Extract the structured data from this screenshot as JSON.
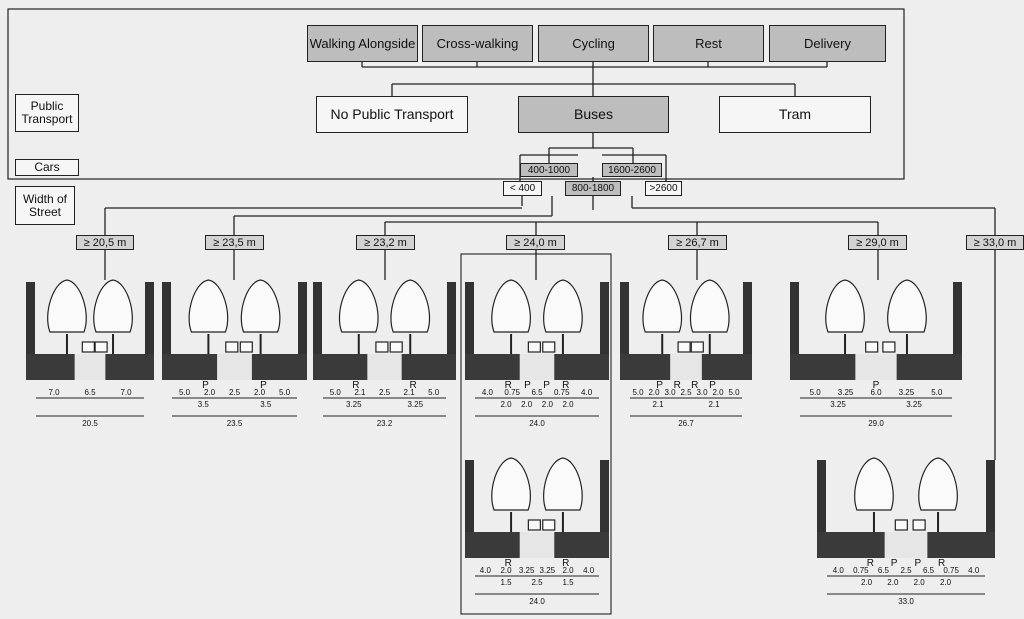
{
  "activities": [
    "Walking Alongside",
    "Cross-walking",
    "Cycling",
    "Rest",
    "Delivery"
  ],
  "public_transport": {
    "label": "Public Transport",
    "options": [
      "No Public Transport",
      "Buses",
      "Tram"
    ]
  },
  "cars": {
    "label": "Cars",
    "ranges": [
      "400-1000",
      "1600-2600",
      "< 400",
      "800-1800",
      ">2600"
    ]
  },
  "width_of_street": {
    "label": "Width of Street"
  },
  "widths": [
    "≥ 20,5 m",
    "≥ 23,5 m",
    "≥ 23,2 m",
    "≥ 24,0 m",
    "≥ 26,7 m",
    "≥ 29,0 m",
    "≥ 33,0 m"
  ],
  "sections": [
    {
      "markers": [],
      "row1": [
        "7.0",
        "6.5",
        "7.0"
      ],
      "row2": [],
      "total": "20.5"
    },
    {
      "markers": [
        "P",
        "P"
      ],
      "row1": [
        "5.0",
        "2.0",
        "2.5",
        "2.0",
        "5.0"
      ],
      "row2": [
        "3.5",
        "3.5"
      ],
      "total": "23.5"
    },
    {
      "markers": [
        "R",
        "R"
      ],
      "row1": [
        "5.0",
        "2.1",
        "2.5",
        "2.1",
        "5.0"
      ],
      "row2": [
        "3.25",
        "3.25"
      ],
      "total": "23.2"
    },
    {
      "markers": [
        "R",
        "P",
        "P",
        "R"
      ],
      "row1": [
        "4.0",
        "0.75",
        "6.5",
        "0.75",
        "4.0"
      ],
      "row2": [
        "2.0",
        "2.0",
        "2.0",
        "2.0"
      ],
      "total": "24.0"
    },
    {
      "markers": [
        "P",
        "R",
        "R",
        "P"
      ],
      "row1": [
        "5.0",
        "2.0",
        "3.0",
        "2.5",
        "3.0",
        "2.0",
        "5.0"
      ],
      "row2": [
        "2.1",
        "2.1"
      ],
      "total": "26.7"
    },
    {
      "markers": [
        "P"
      ],
      "row1": [
        "5.0",
        "3.25",
        "6.0",
        "3.25",
        "5.0"
      ],
      "row2": [
        "3.25",
        "3.25"
      ],
      "total": "29.0"
    },
    {
      "markers": [
        "R",
        "R"
      ],
      "row1": [
        "4.0",
        "2.0",
        "3.25",
        "3.25",
        "2.0",
        "4.0"
      ],
      "row2": [
        "1.5",
        "2.5",
        "1.5"
      ],
      "total": "24.0"
    },
    {
      "markers": [
        "R",
        "P",
        "P",
        "R"
      ],
      "row1": [
        "4.0",
        "0.75",
        "6.5",
        "2.5",
        "6.5",
        "0.75",
        "4.0"
      ],
      "row2": [
        "2.0",
        "2.0",
        "2.0",
        "2.0"
      ],
      "total": "33.0"
    }
  ]
}
